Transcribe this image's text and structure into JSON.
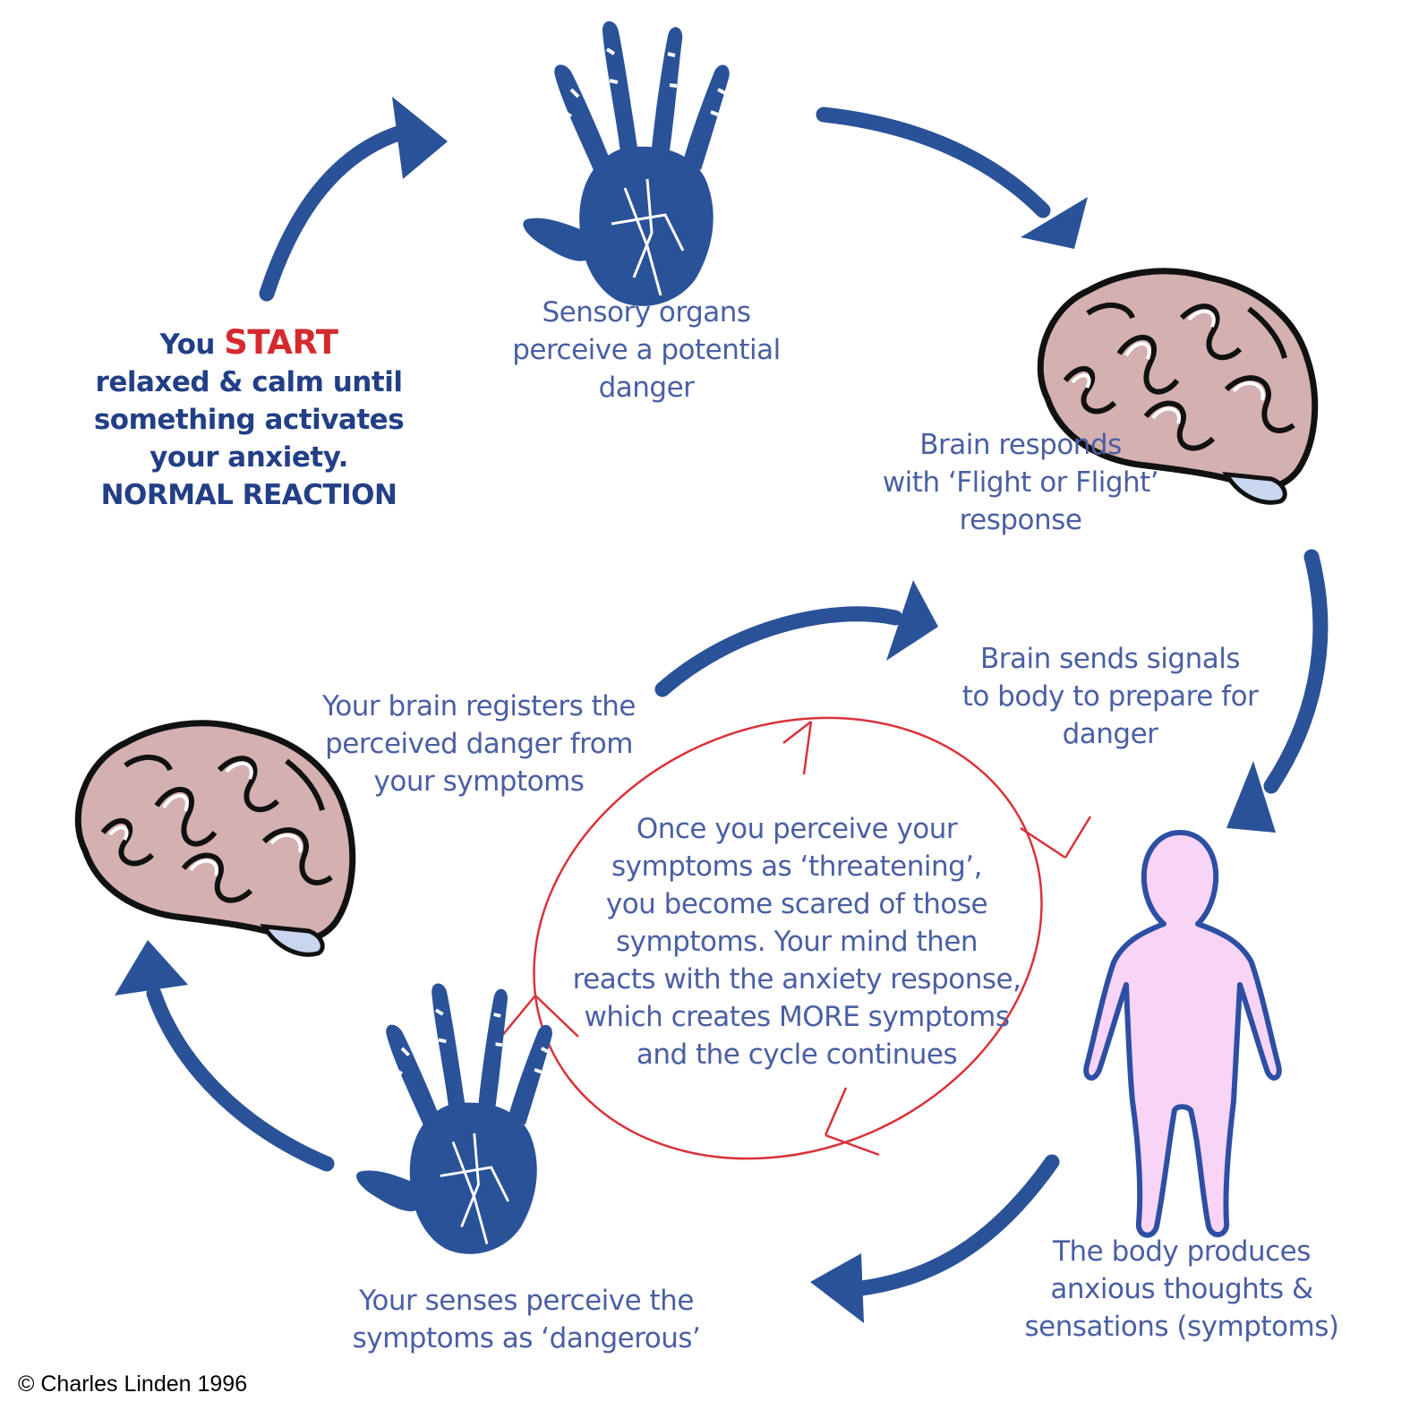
{
  "start_block": {
    "line1_prefix": "You ",
    "line1_highlight": "START",
    "line2": "relaxed & calm until",
    "line3": "something activates",
    "line4": "your anxiety.",
    "line5": "NORMAL REACTION"
  },
  "steps": {
    "sensory": [
      "Sensory organs",
      "perceive a potential",
      "danger"
    ],
    "brain_responds": [
      "Brain responds",
      "with ‘Flight or Flight’",
      "response"
    ],
    "brain_sends": [
      "Brain sends signals",
      "to body to prepare for",
      "danger"
    ],
    "body_produces": [
      "The body produces",
      "anxious thoughts &",
      "sensations (symptoms)"
    ],
    "senses_perceive": [
      "Your senses perceive the",
      "symptoms as ‘dangerous’"
    ],
    "brain_registers": [
      "Your brain registers the",
      "perceived danger from",
      "your symptoms"
    ]
  },
  "inner_cycle": [
    "Once you perceive your",
    "symptoms as ‘threatening’,",
    "you become scared of those",
    "symptoms. Your mind then",
    "reacts with the anxiety response,",
    "which creates MORE symptoms",
    "and the cycle continues"
  ],
  "copyright": "© Charles Linden 1996",
  "colors": {
    "arrow_blue": "#2a5298",
    "text_blue": "#4a5fa3",
    "start_red": "#d42a2e",
    "loop_red": "#d8323a",
    "brain_pink": "#d4b0b0",
    "body_pink": "#f8d4f6",
    "body_outline": "#2d4fa3"
  },
  "icons": [
    "hand-icon",
    "brain-icon",
    "human-body-icon",
    "curved-arrow-icon"
  ]
}
